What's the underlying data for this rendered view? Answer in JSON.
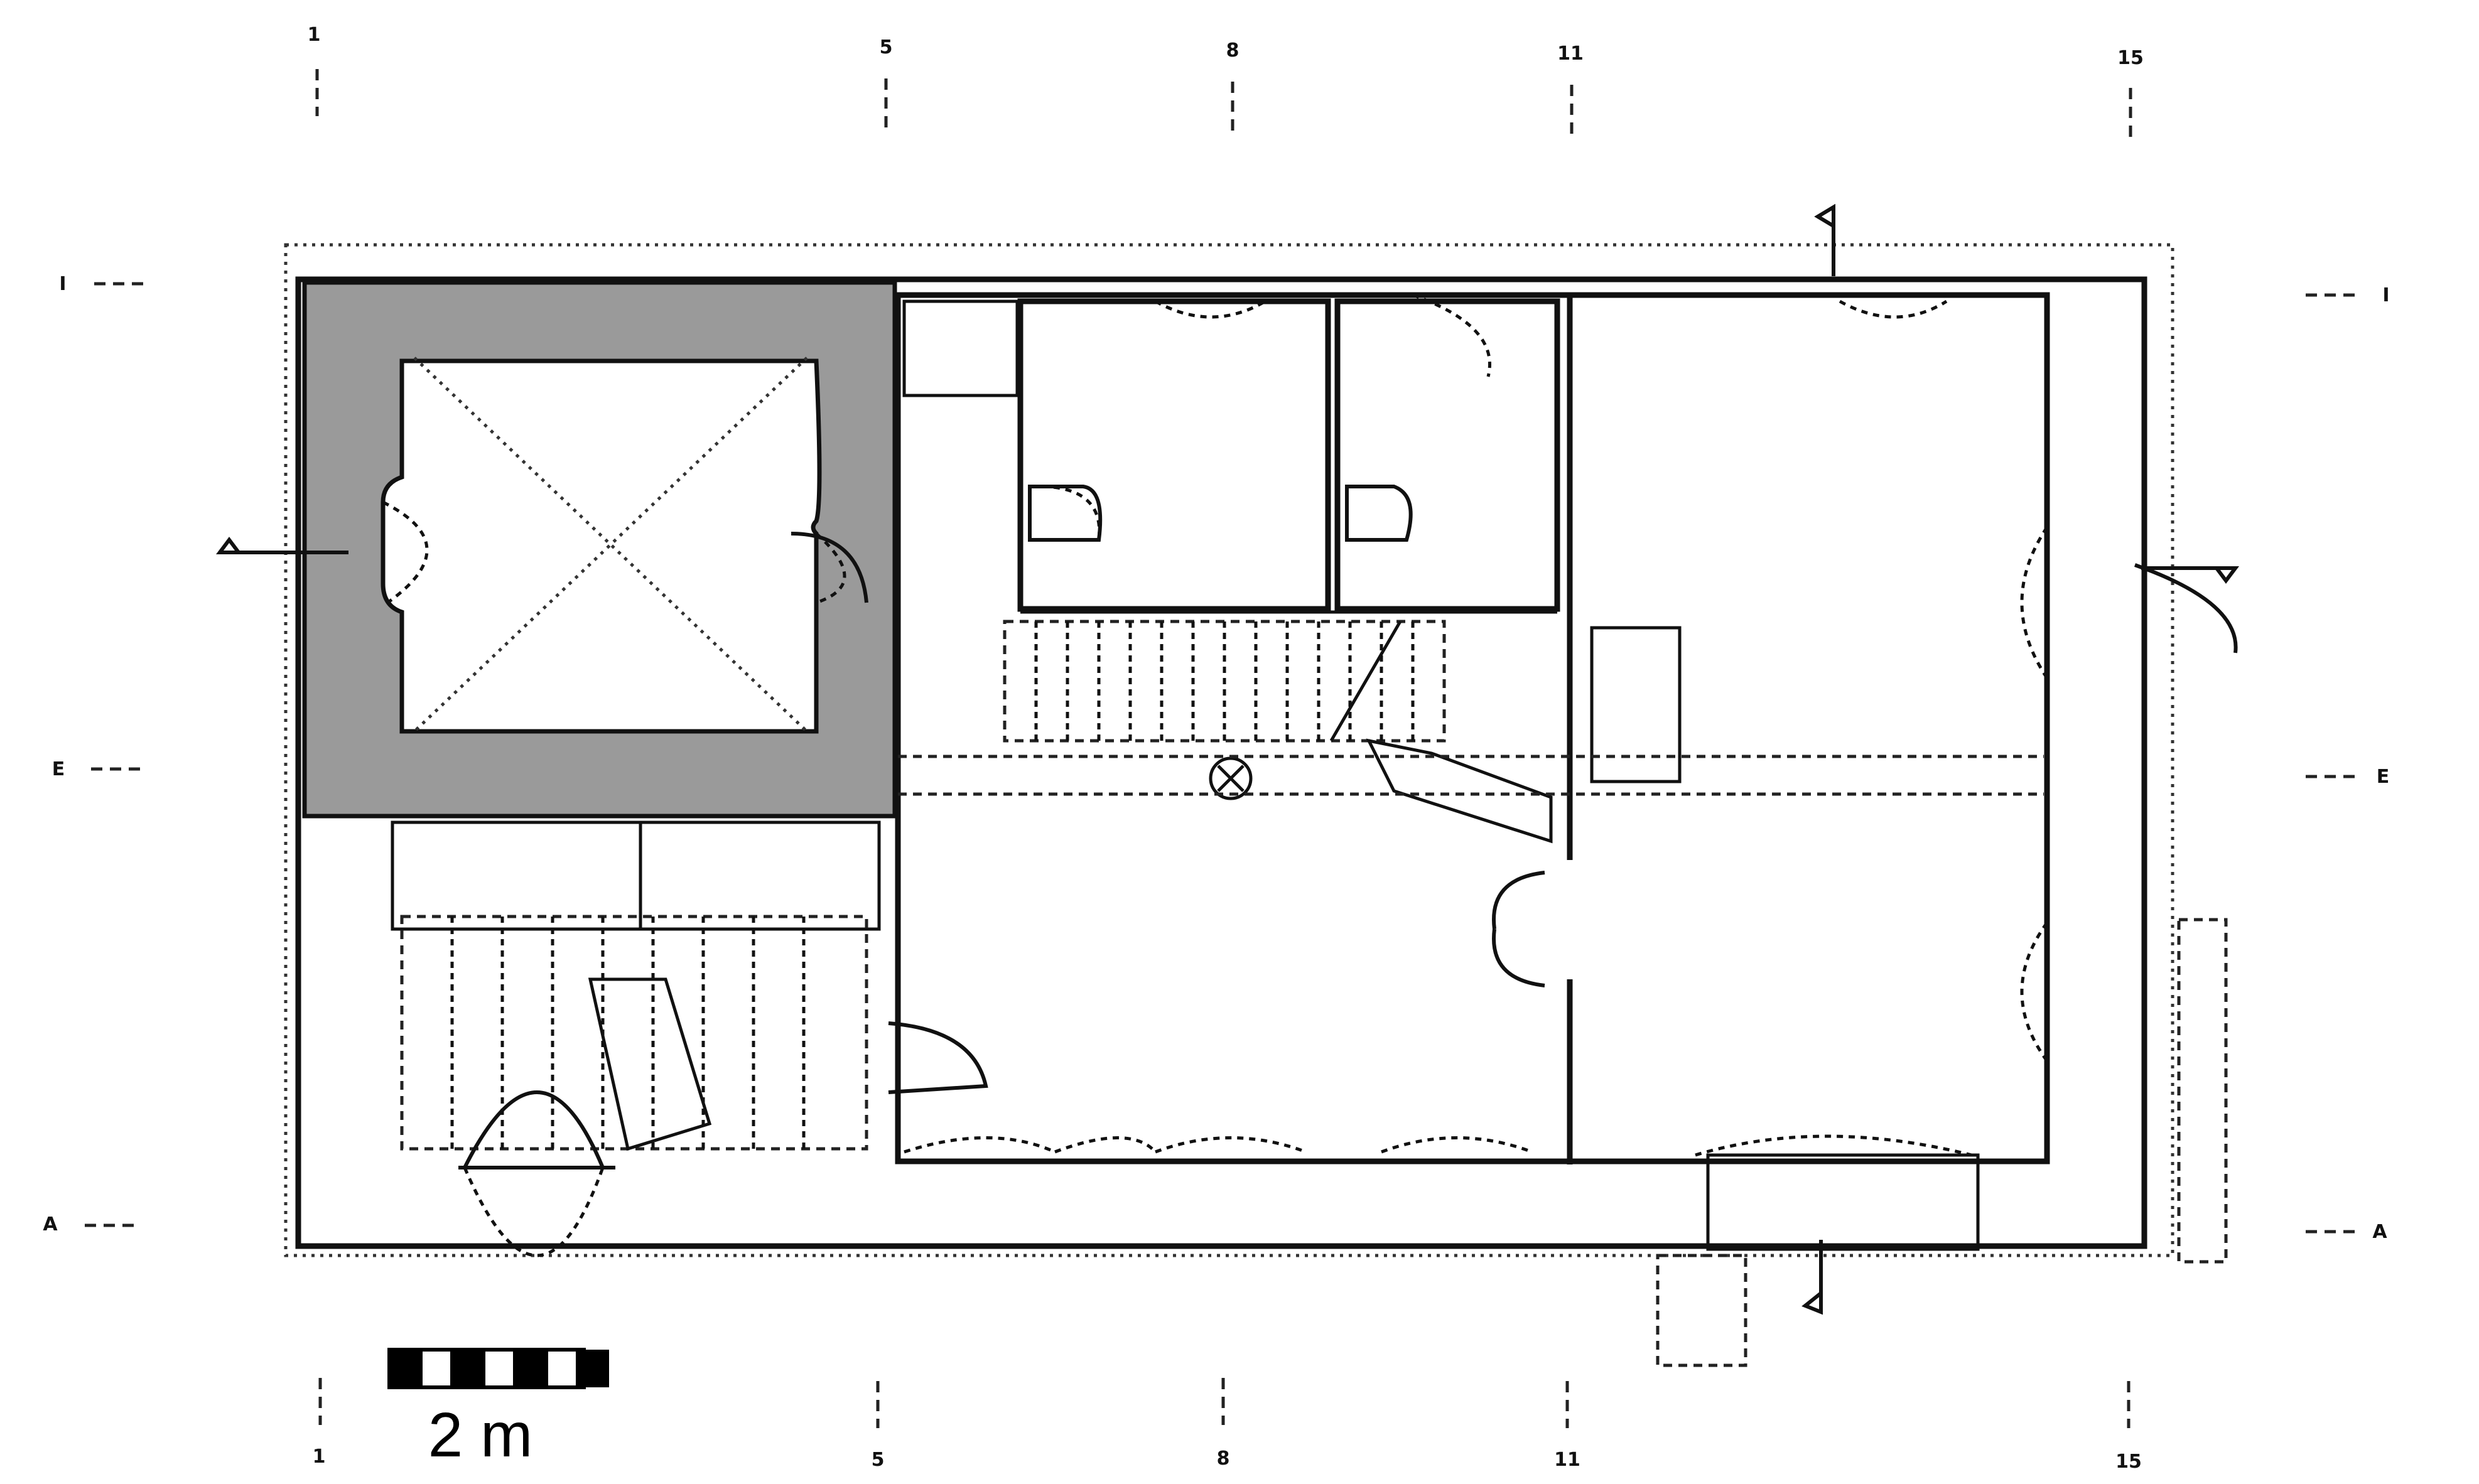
{
  "grid_axes": {
    "top": [
      "1",
      "5",
      "8",
      "11",
      "15"
    ],
    "bottom": [
      "1",
      "5",
      "8",
      "11",
      "15"
    ],
    "left": [
      "I",
      "E",
      "A"
    ],
    "right": [
      "I",
      "E",
      "A"
    ]
  },
  "scale_bar": {
    "label": "2 m"
  },
  "colors": {
    "ink": "#111111",
    "vault_fill": "#9a9a9a",
    "paper": "#ffffff"
  }
}
